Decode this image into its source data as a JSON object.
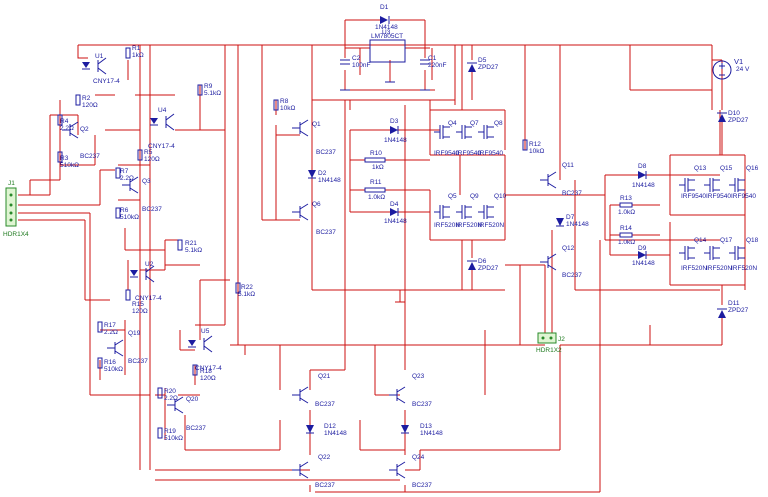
{
  "components": {
    "D1": {
      "ref": "D1",
      "value": "1N4148"
    },
    "U3": {
      "ref": "U3",
      "value": "LM7805CT"
    },
    "C1": {
      "ref": "C1",
      "value": "220nF"
    },
    "C2": {
      "ref": "C2",
      "value": "100nF"
    },
    "D5": {
      "ref": "D5",
      "value": "ZPD27"
    },
    "V1": {
      "ref": "V1",
      "value": "24 V"
    },
    "U1": {
      "ref": "U1",
      "value": "CNY17-4"
    },
    "R1": {
      "ref": "R1",
      "value": "1kΩ"
    },
    "R2": {
      "ref": "R2",
      "value": "120Ω"
    },
    "R4": {
      "ref": "R4",
      "value": "2.2Ω"
    },
    "Q2": {
      "ref": "Q2",
      "value": ""
    },
    "R3": {
      "ref": "R3",
      "value": "510kΩ"
    },
    "R3n": {
      "ref": "",
      "value": "BC237"
    },
    "U4": {
      "ref": "U4",
      "value": "CNY17-4"
    },
    "R9": {
      "ref": "R9",
      "value": "5.1kΩ"
    },
    "R8": {
      "ref": "R8",
      "value": "10kΩ"
    },
    "Q1": {
      "ref": "Q1",
      "value": "BC237"
    },
    "D2": {
      "ref": "D2",
      "value": "1N4148"
    },
    "Q6": {
      "ref": "Q6",
      "value": "BC237"
    },
    "D3": {
      "ref": "D3",
      "value": "1N4148"
    },
    "R10": {
      "ref": "R10",
      "value": "1kΩ"
    },
    "R11": {
      "ref": "R11",
      "value": "1.0kΩ"
    },
    "D4": {
      "ref": "D4",
      "value": "1N4148"
    },
    "Q4": {
      "ref": "Q4",
      "value": "IRF9540"
    },
    "Q7": {
      "ref": "Q7",
      "value": "IRF9540"
    },
    "Q8": {
      "ref": "Q8",
      "value": "IRF9540"
    },
    "Q5": {
      "ref": "Q5",
      "value": "IRF520N"
    },
    "Q9": {
      "ref": "Q9",
      "value": "IRF520N"
    },
    "Q10": {
      "ref": "Q10",
      "value": "IRF520N"
    },
    "D6": {
      "ref": "D6",
      "value": "ZPD27"
    },
    "R12": {
      "ref": "R12",
      "value": "10kΩ"
    },
    "Q11": {
      "ref": "Q11",
      "value": "BC237"
    },
    "D7": {
      "ref": "D7",
      "value": "1N4148"
    },
    "Q12": {
      "ref": "Q12",
      "value": "BC237"
    },
    "D8": {
      "ref": "D8",
      "value": "1N4148"
    },
    "R13": {
      "ref": "R13",
      "value": "1.0kΩ"
    },
    "R14": {
      "ref": "R14",
      "value": "1.0kΩ"
    },
    "D9": {
      "ref": "D9",
      "value": "1N4148"
    },
    "Q13": {
      "ref": "Q13",
      "value": "IRF9540"
    },
    "Q15": {
      "ref": "Q15",
      "value": "IRF9540"
    },
    "Q16": {
      "ref": "Q16",
      "value": "IRF9540"
    },
    "Q14": {
      "ref": "Q14",
      "value": "IRF520N"
    },
    "Q17": {
      "ref": "Q17",
      "value": "IRF520N"
    },
    "Q18": {
      "ref": "Q18",
      "value": "IRF520N"
    },
    "D10": {
      "ref": "D10",
      "value": "ZPD27"
    },
    "D11": {
      "ref": "D11",
      "value": "ZPD27"
    },
    "R7": {
      "ref": "R7",
      "value": "2.2Ω"
    },
    "Q3": {
      "ref": "Q3",
      "value": "BC237"
    },
    "R6": {
      "ref": "R6",
      "value": "510kΩ"
    },
    "R5": {
      "ref": "R5",
      "value": "120Ω"
    },
    "U2": {
      "ref": "U2",
      "value": "CNY17-4"
    },
    "R21": {
      "ref": "R21",
      "value": "5.1kΩ"
    },
    "R15": {
      "ref": "R15",
      "value": "120Ω"
    },
    "R17": {
      "ref": "R17",
      "value": "2.2Ω"
    },
    "Q19": {
      "ref": "Q19",
      "value": "BC237"
    },
    "R16": {
      "ref": "R16",
      "value": "510kΩ"
    },
    "U5": {
      "ref": "U5",
      "value": "CNY17-4"
    },
    "R22": {
      "ref": "R22",
      "value": "5.1kΩ"
    },
    "R18": {
      "ref": "R18",
      "value": "120Ω"
    },
    "R20": {
      "ref": "R20",
      "value": "2.2Ω"
    },
    "Q20": {
      "ref": "Q20",
      "value": "BC237"
    },
    "R19": {
      "ref": "R19",
      "value": "510kΩ"
    },
    "Q21": {
      "ref": "Q21",
      "value": "BC237"
    },
    "D12": {
      "ref": "D12",
      "value": "1N4148"
    },
    "Q22": {
      "ref": "Q22",
      "value": "BC237"
    },
    "Q23": {
      "ref": "Q23",
      "value": "BC237"
    },
    "D13": {
      "ref": "D13",
      "value": "1N4148"
    },
    "Q24": {
      "ref": "Q24",
      "value": "BC237"
    }
  },
  "connectors": {
    "J1": {
      "ref": "J1",
      "value": "HDR1X4"
    },
    "J2": {
      "ref": "J2",
      "value": "HDR1X2"
    }
  },
  "colors": {
    "wire": "#cc1111",
    "component": "#1c1ca0",
    "connector_fill": "#dff5d2",
    "connector_stroke": "#2a8a2a",
    "background": "#ffffff"
  }
}
